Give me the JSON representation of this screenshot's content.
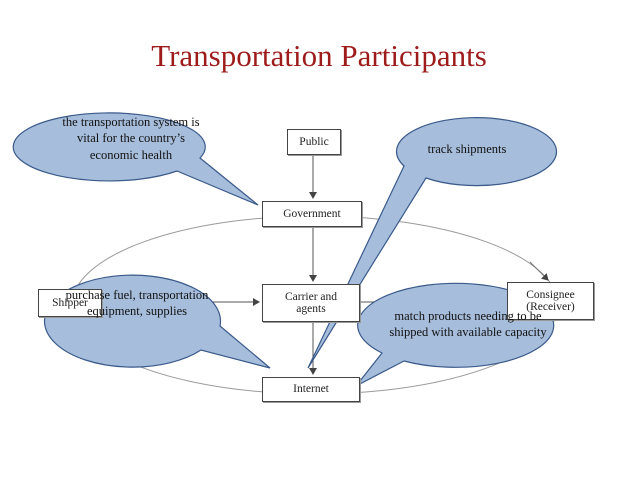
{
  "title": "Transportation Participants",
  "nodes": {
    "public": "Public",
    "government": "Government",
    "carrier_line1": "Carrier and",
    "carrier_line2": "agents",
    "internet": "Internet",
    "shipper": "Shipper",
    "consignee_line1": "Consignee",
    "consignee_line2": "(Receiver)"
  },
  "callouts": [
    {
      "text": "the transportation system is vital for the country’s economic health"
    },
    {
      "text": "track shipments"
    },
    {
      "text": "purchase fuel, transportation equipment, supplies"
    },
    {
      "text": "match products needing to be shipped with available capacity"
    }
  ],
  "colors": {
    "title": "#9e1b1b",
    "callout_fill": "#a6bddb",
    "callout_stroke": "#3a5a8a"
  }
}
